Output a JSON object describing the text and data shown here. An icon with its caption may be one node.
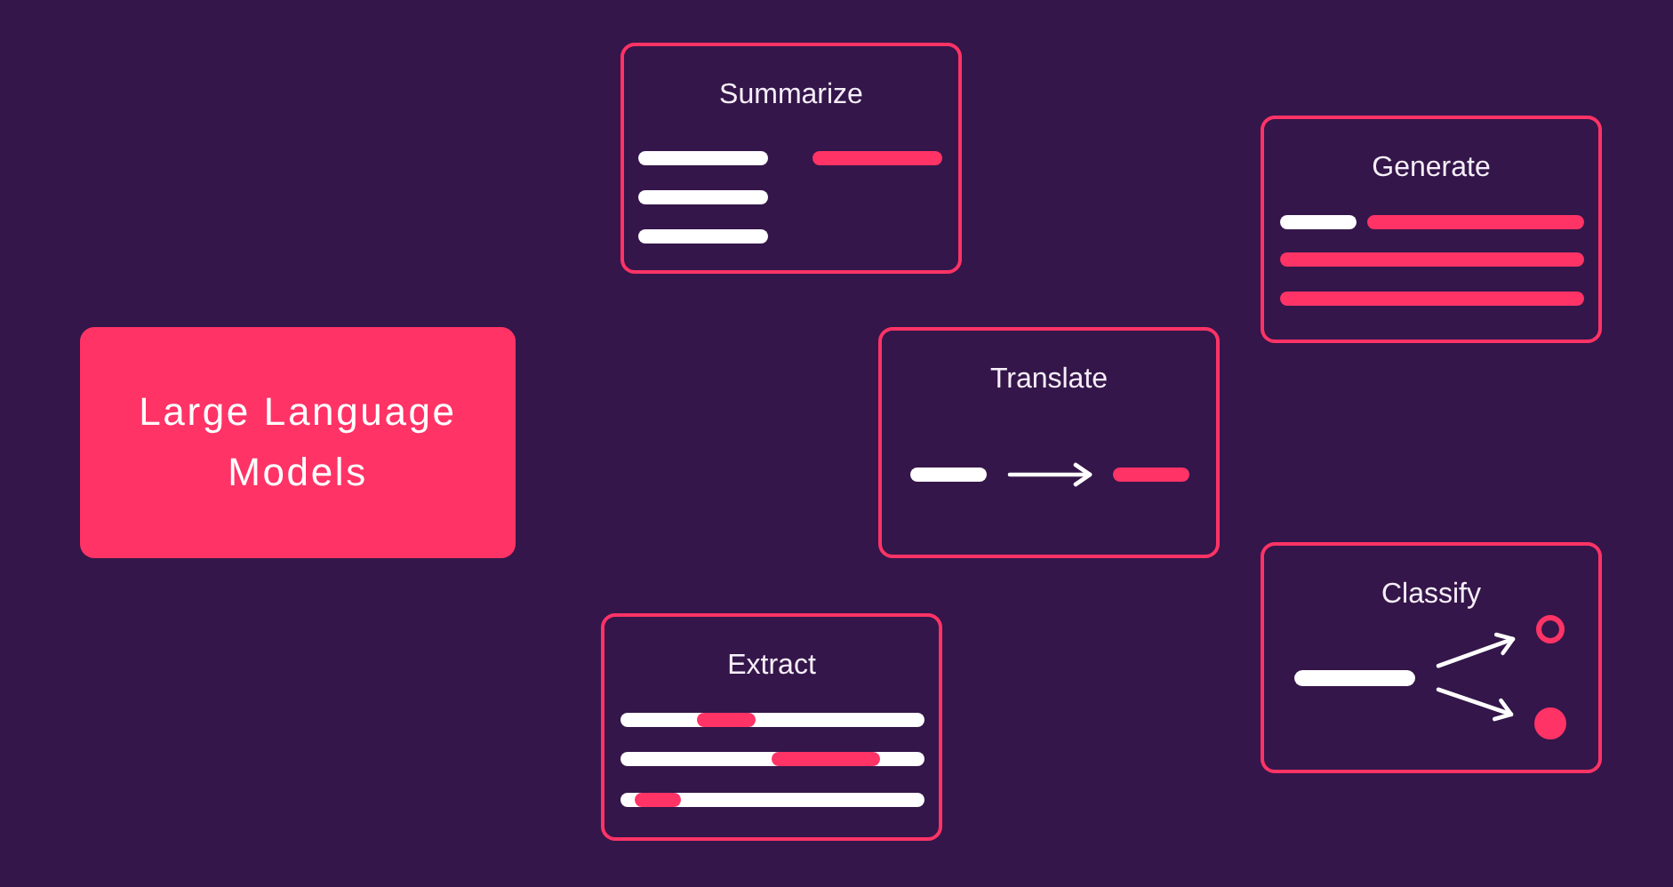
{
  "diagram": {
    "nodes": [
      {
        "text": [
          "Large Language Models"
        ]
      },
      {
        "text": [
          "Summarize"
        ]
      },
      {
        "text": [
          "Generate"
        ]
      },
      {
        "text": [
          "Translate"
        ]
      },
      {
        "text": [
          "Extract"
        ]
      },
      {
        "text": [
          "Classify"
        ]
      },
      {
        "text": [],
        "shape": "bar",
        "in": 3
      },
      {
        "text": [],
        "shape": "bar",
        "in": 3
      },
      {
        "text": [],
        "shape": "bar",
        "in": 5
      },
      {
        "text": [],
        "shape": "circle",
        "in": 5
      },
      {
        "text": [],
        "shape": "circle",
        "in": 5
      }
    ],
    "edges": [
      {
        "from": 6,
        "to": 7,
        "arrow": "to"
      },
      {
        "from": 8,
        "to": 9,
        "arrow": "to"
      },
      {
        "from": 8,
        "to": 10,
        "arrow": "to"
      }
    ]
  }
}
